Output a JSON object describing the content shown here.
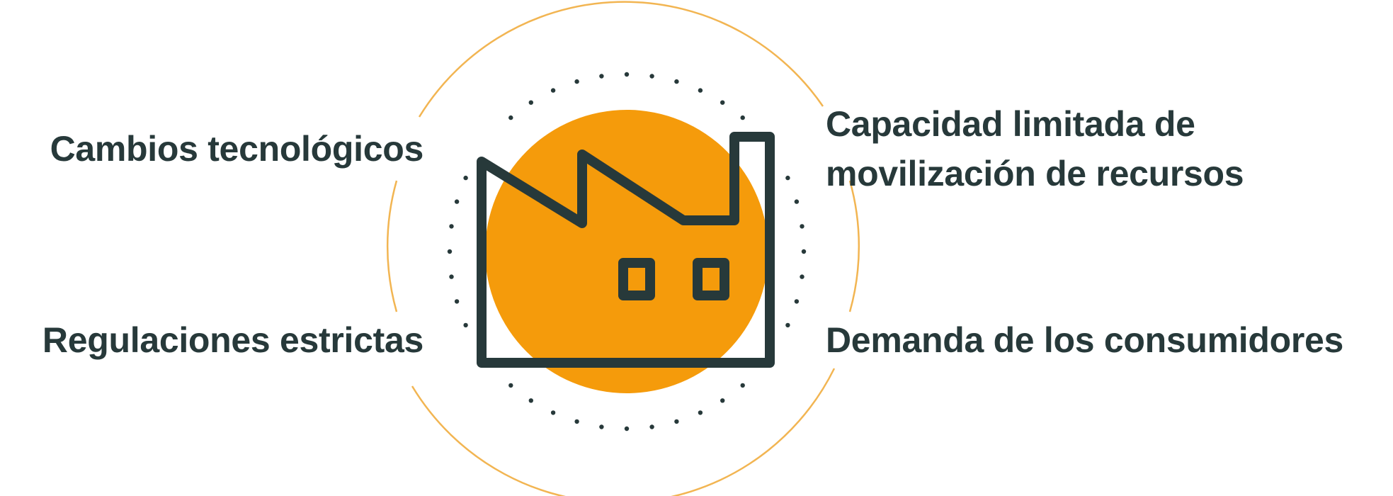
{
  "labels": {
    "top_left": "Cambios tecnológicos",
    "bottom_left": "Regulaciones estrictas",
    "top_right_line1": "Capacidad limitada de",
    "top_right_line2": "movilización de recursos",
    "bottom_right": "Demanda de los consumidores"
  },
  "colors": {
    "accent_orange": "#f59b0b",
    "outer_ring": "#f2b552",
    "dark_outline": "#27393a",
    "dots": "#27393a",
    "text": "#27393a"
  },
  "icons": {
    "center": "factory-icon"
  }
}
